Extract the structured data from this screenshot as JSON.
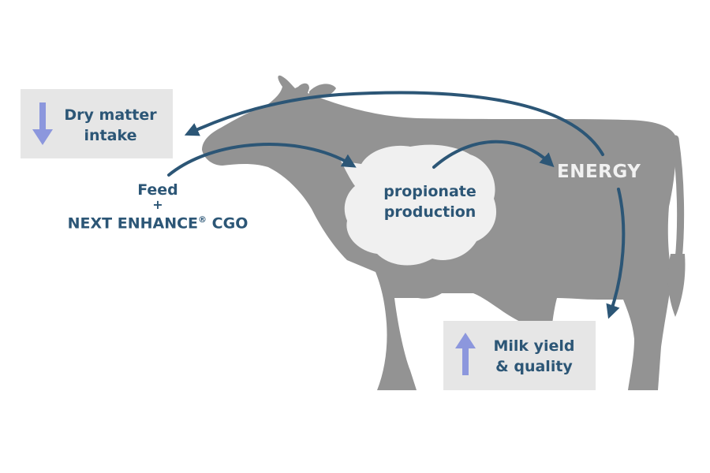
{
  "colors": {
    "cow": "#939393",
    "rumen": "#f0f0f0",
    "arrow": "#2c5676",
    "text": "#2c5676",
    "indicator": "#8c97dd",
    "box": "#e6e6e6",
    "energy_text": "#f1f1f1"
  },
  "dry_matter": {
    "line1": "Dry matter",
    "line2": "intake",
    "indicator_icon": "arrow-down-icon"
  },
  "feed": {
    "line1": "Feed",
    "plus": "+",
    "product": "NEXT ENHANCE",
    "reg": "®",
    "suffix": " CGO"
  },
  "rumen": {
    "line1": "propionate",
    "line2": "production"
  },
  "energy": {
    "label": "ENERGY"
  },
  "milk": {
    "line1": "Milk yield",
    "line2": "& quality",
    "indicator_icon": "arrow-up-icon"
  }
}
